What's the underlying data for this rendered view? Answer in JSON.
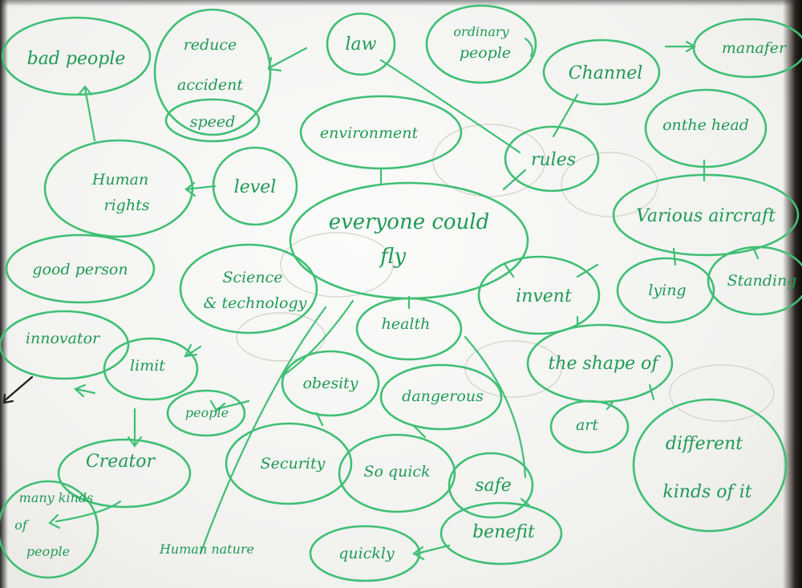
{
  "mindmap": {
    "central": {
      "line1": "everyone could",
      "line2": "fly"
    },
    "nodes": {
      "bad_people": "bad people",
      "reduce_accident": {
        "line1": "reduce",
        "line2": "accident"
      },
      "speed": "speed",
      "law": "law",
      "ordinary_people": {
        "line1": "ordinary",
        "line2": "people"
      },
      "channel": "Channel",
      "manafer": "manafer",
      "environment": "environment",
      "rules": "rules",
      "on_the_head": "onthe head",
      "human_rights": {
        "line1": "Human",
        "line2": "rights"
      },
      "level": "level",
      "various_aircraft": "Various aircraft",
      "good_person": "good person",
      "science_technology": {
        "line1": "Science",
        "line2": "& technology"
      },
      "invent": "invent",
      "lying": "lying",
      "standing": "Standing",
      "health": "health",
      "innovator": "innovator",
      "limit": "limit",
      "the_shape_of": "the shape of",
      "obesity": "obesity",
      "dangerous": "dangerous",
      "people": "people",
      "art": "art",
      "different_kinds": {
        "line1": "different",
        "line2": "kinds of it"
      },
      "creator": "Creator",
      "security": "Security",
      "so_quick": "So quick",
      "safe": "safe",
      "many_kinds_of_people": {
        "line1": "many kinds",
        "line2": "of",
        "line3": "people"
      },
      "benefit": "benefit",
      "quickly": "quickly",
      "human_nature": "Human nature"
    },
    "colors": {
      "ink": "#1f9a55",
      "stroke": "#3fbf74",
      "paper": "#f4f4f1"
    }
  }
}
